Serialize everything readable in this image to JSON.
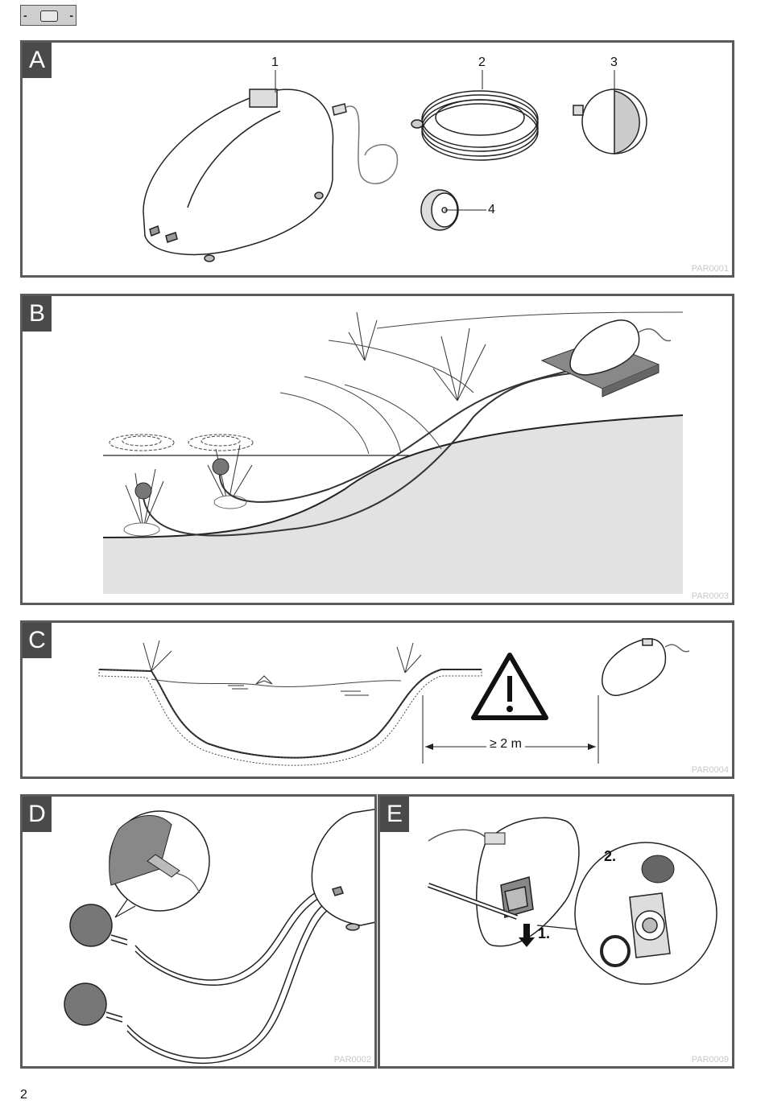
{
  "panels": {
    "a": {
      "letter": "A",
      "code": "PAR0001",
      "callouts": [
        "1",
        "2",
        "3",
        "4"
      ]
    },
    "b": {
      "letter": "B",
      "code": "PAR0003"
    },
    "c": {
      "letter": "C",
      "code": "PAR0004",
      "distance": "≥ 2 m"
    },
    "d": {
      "letter": "D",
      "code": "PAR0002"
    },
    "e": {
      "letter": "E",
      "code": "PAR0009",
      "steps": [
        "1.",
        "2."
      ]
    }
  },
  "page_number": "2",
  "icons": {
    "header": "device-outline-icon",
    "warning": "warning-triangle-icon"
  },
  "colors": {
    "frame": "#5a5a5a",
    "letter_bg": "#4a4a4a",
    "pond_fill": "#e2e2e2",
    "stone": "#8a8a8a"
  }
}
